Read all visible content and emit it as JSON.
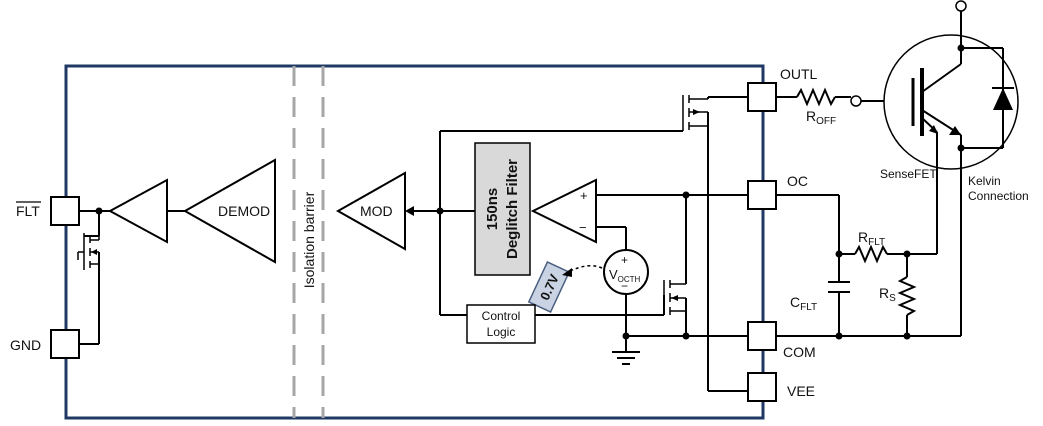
{
  "pins": {
    "flt": "FLT",
    "gnd": "GND",
    "outl": "OUTL",
    "oc": "OC",
    "com": "COM",
    "vee": "VEE"
  },
  "blocks": {
    "demod": "DEMOD",
    "mod": "MOD",
    "isolation": "Isolation barrier",
    "filter_line1": "150ns",
    "filter_line2": "Deglitch Filter",
    "control_line1": "Control",
    "control_line2": "Logic",
    "ref_voltage": "0.7V"
  },
  "comparator": {
    "plus": "+",
    "minus": "−"
  },
  "source": {
    "main": "V",
    "sub": "OCTH",
    "plus": "+",
    "minus": "−"
  },
  "components": {
    "roff_main": "R",
    "roff_sub": "OFF",
    "rflt_main": "R",
    "rflt_sub": "FLT",
    "cflt_main": "C",
    "cflt_sub": "FLT",
    "rs_main": "R",
    "rs_sub": "S"
  },
  "annotations": {
    "sensefet": "SenseFET",
    "kelvin_line1": "Kelvin",
    "kelvin_line2": "Connection"
  },
  "colors": {
    "chip_border": "#1f3864",
    "barrier": "#a6a6a6",
    "filter_fill": "#d9d9d9",
    "ref_fill": "#c9d3e3",
    "ref_border": "#4a5f80"
  }
}
